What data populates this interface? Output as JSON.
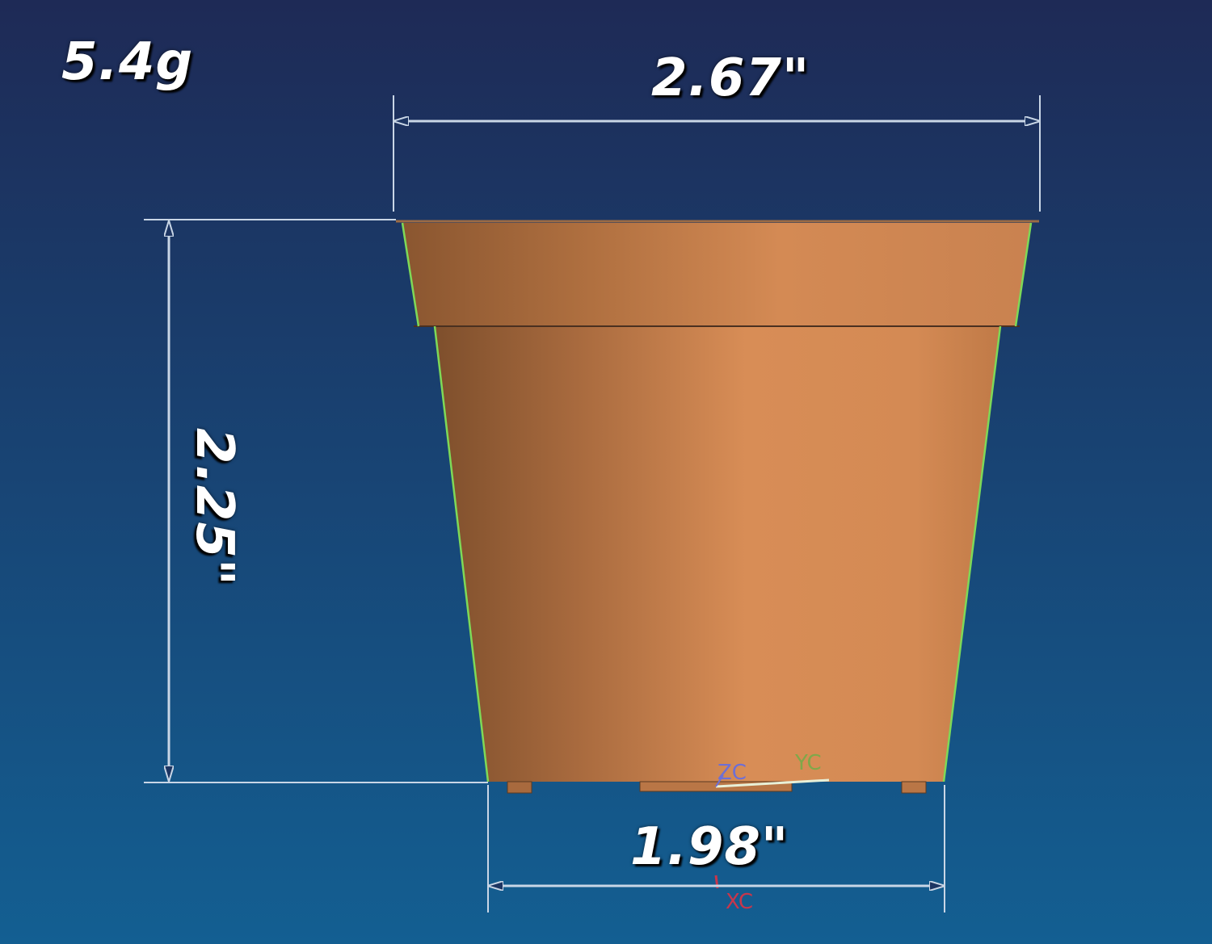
{
  "mass": "5.4g",
  "dimensions": {
    "top_width": "2.67\"",
    "height": "2.25\"",
    "base_width": "1.98\""
  },
  "axes": {
    "zc": "ZC",
    "yc": "YC",
    "xc": "XC"
  },
  "colors": {
    "background_top": "#1e2a56",
    "background_bottom": "#135f92",
    "pot_dark": "#8a5630",
    "pot_light": "#d68b55",
    "silhouette_edge": "#7ed957",
    "dimension_line": "#c9d6e6"
  }
}
